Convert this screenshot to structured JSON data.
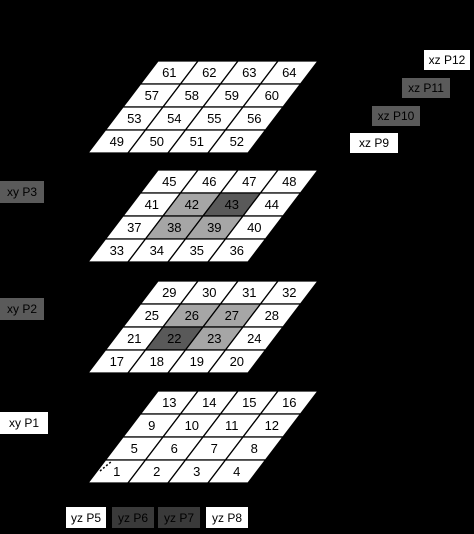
{
  "colors": {
    "background": "#000000",
    "cell_white": "#ffffff",
    "cell_light": "#a6a6a6",
    "cell_dark": "#595959",
    "grid_line": "#000000",
    "label_white": "#ffffff",
    "label_gray": "#5a5a5a",
    "label_dark": "#3a3a3a"
  },
  "layers": [
    {
      "id": "layer1",
      "rows": [
        [
          13,
          14,
          15,
          16
        ],
        [
          9,
          10,
          11,
          12
        ],
        [
          5,
          6,
          7,
          8
        ],
        [
          1,
          2,
          3,
          4
        ]
      ],
      "light": [],
      "dark": []
    },
    {
      "id": "layer2",
      "rows": [
        [
          29,
          30,
          31,
          32
        ],
        [
          25,
          26,
          27,
          28
        ],
        [
          21,
          22,
          23,
          24
        ],
        [
          17,
          18,
          19,
          20
        ]
      ],
      "light": [
        26,
        27,
        23
      ],
      "dark": [
        22
      ]
    },
    {
      "id": "layer3",
      "rows": [
        [
          45,
          46,
          47,
          48
        ],
        [
          41,
          42,
          43,
          44
        ],
        [
          37,
          38,
          39,
          40
        ],
        [
          33,
          34,
          35,
          36
        ]
      ],
      "light": [
        42,
        38,
        39
      ],
      "dark": [
        43
      ]
    },
    {
      "id": "layer4",
      "rows": [
        [
          61,
          62,
          63,
          64
        ],
        [
          57,
          58,
          59,
          60
        ],
        [
          53,
          54,
          55,
          56
        ],
        [
          49,
          50,
          51,
          52
        ]
      ],
      "light": [],
      "dark": []
    }
  ],
  "xy_labels": [
    {
      "text": "xy P3",
      "style": "gray"
    },
    {
      "text": "xy P2",
      "style": "gray"
    },
    {
      "text": "xy P1",
      "style": "white"
    }
  ],
  "xz_labels": [
    {
      "text": "xz P12",
      "style": "white"
    },
    {
      "text": "xz P11",
      "style": "gray"
    },
    {
      "text": "xz P10",
      "style": "gray"
    },
    {
      "text": "xz P9",
      "style": "white"
    }
  ],
  "yz_labels": [
    {
      "text": "yz P5",
      "style": "white"
    },
    {
      "text": "yz P6",
      "style": "dark"
    },
    {
      "text": "yz P7",
      "style": "dark"
    },
    {
      "text": "yz P8",
      "style": "white"
    }
  ]
}
